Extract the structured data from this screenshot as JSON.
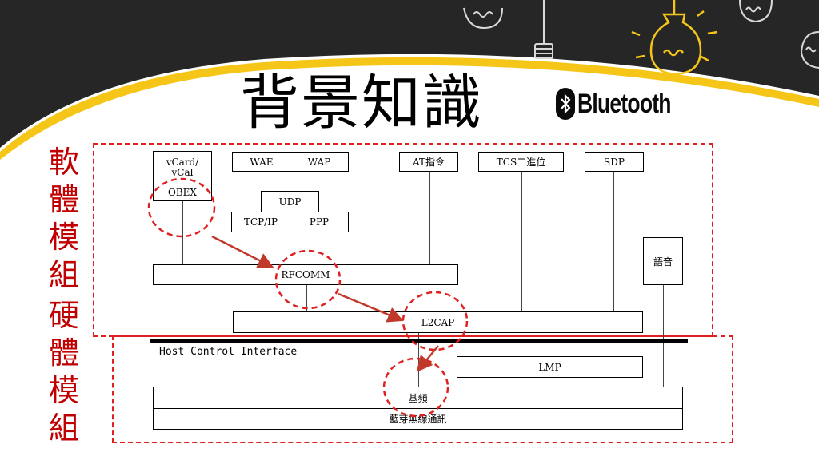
{
  "slide": {
    "title": "背景知識",
    "logo_text": "Bluetooth",
    "software_label": [
      "軟",
      "體",
      "模",
      "組"
    ],
    "hardware_label": [
      "硬",
      "體",
      "模",
      "組"
    ]
  },
  "diagram": {
    "vcard": "vCard/\nvCal",
    "obex": "OBEX",
    "wae": "WAE",
    "wap": "WAP",
    "udp": "UDP",
    "tcpip": "TCP/IP",
    "ppp": "PPP",
    "at": "AT指令",
    "tcs": "TCS二進位",
    "sdp": "SDP",
    "voice": "語音",
    "rfcomm": "RFCOMM",
    "l2cap": "L2CAP",
    "hci": "Host Control Interface",
    "lmp": "LMP",
    "baseband": "基頻",
    "radio": "藍芽無線通訊"
  },
  "colors": {
    "accent_red": "#c00000",
    "dash_red": "#e02020",
    "arrow": "#c0392b",
    "chalkboard": "#262626",
    "yellow_curve": "#f5c518"
  }
}
